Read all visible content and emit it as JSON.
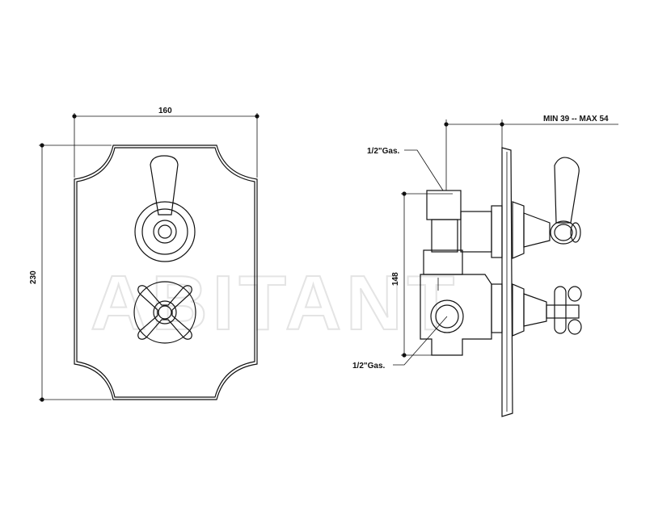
{
  "drawing": {
    "front_view": {
      "width_dim": "160",
      "height_dim": "230"
    },
    "side_view": {
      "depth_dim": "MIN 39 -- MAX 54",
      "spacing_dim": "148",
      "inlet_top_label": "1/2\"Gas.",
      "inlet_bottom_label": "1/2\"Gas."
    },
    "watermark": "ABITANT"
  }
}
